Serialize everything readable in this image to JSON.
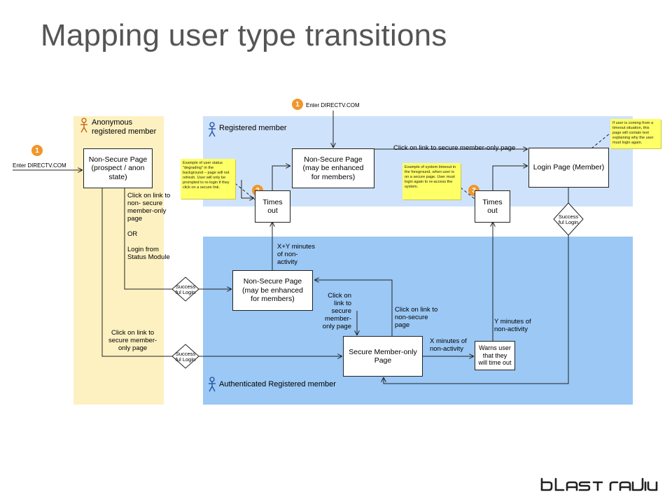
{
  "title": "Mapping user type transitions",
  "lanes": {
    "anon": "Anonymous registered member",
    "anon_l1": "Anonymous",
    "anon_l2": "registered member",
    "registered": "Registered member",
    "authenticated": "Authenticated Registered member"
  },
  "badges": {
    "b1a": "1",
    "b1b": "1",
    "b2": "2",
    "b3": "3"
  },
  "entries": {
    "left": "Enter DIRECTV.COM",
    "top": "Enter DIRECTV.COM"
  },
  "boxes": {
    "nonsecure_anon_1": "Non-Secure Page",
    "nonsecure_anon_2": "(prospect / anon",
    "nonsecure_anon_3": "state)",
    "nonsecure_reg_1": "Non-Secure Page",
    "nonsecure_reg_2": "(may be enhanced",
    "nonsecure_reg_3": "for members)",
    "nonsecure_auth_1": "Non-Secure Page",
    "nonsecure_auth_2": "(may be enhanced",
    "nonsecure_auth_3": "for members)",
    "login": "Login Page (Member)",
    "timesout_a": "Times out",
    "timesout_b": "Times out",
    "secure_1": "Secure Member-only",
    "secure_2": "Page",
    "warns_1": "Warns user",
    "warns_2": "that they",
    "warns_3": "will time out"
  },
  "decisions": {
    "d1_1": "Success",
    "d1_2": "ful Login",
    "d2_1": "Success",
    "d2_2": "ful Login",
    "d3_1": "Success",
    "d3_2": "ful Login"
  },
  "labels": {
    "click_nonsecure_1": "Click on link to",
    "click_nonsecure_2": "non- secure",
    "click_nonsecure_3": "member-only",
    "click_nonsecure_4": "page",
    "or": "OR",
    "login_status_1": "Login from",
    "login_status_2": "Status Module",
    "click_secure_1": "Click on link to",
    "click_secure_2": "secure member-",
    "click_secure_3": "only page",
    "click_secure_top": "Click on link to secure member-only page",
    "xy_1": "X+Y minutes",
    "xy_2": "of non-",
    "xy_3": "activity",
    "click_link_secure_1": "Click on",
    "click_link_secure_2": "link to",
    "click_link_secure_3": "secure",
    "click_link_secure_4": "member-",
    "click_link_secure_5": "only page",
    "click_nonsec_1": "Click on link to",
    "click_nonsec_2": "non-secure",
    "click_nonsec_3": "page",
    "x_1": "X minutes of",
    "x_2": "non-activity",
    "y_1": "Y minutes of",
    "y_2": "non-activity"
  },
  "notes": {
    "n1": "Example of user status \"degrading\" in the background – page will not refresh. User will only be prompted to re-login if they click on a secure link.",
    "n2": "Example of system timeout in the foreground, when user is on a secure page. User must login again to re-access the system.",
    "n3": "If user is coming from a timeout situation, this page will contain text explaining why the user must login again."
  },
  "logo": "BLAST RADIUS",
  "colors": {
    "anon_lane": "#fdf1c2",
    "registered_lane": "#cfe2fb",
    "authenticated_lane": "#9bc8f5",
    "badge": "#f0962a",
    "note": "#ffff66",
    "title": "#555555"
  }
}
